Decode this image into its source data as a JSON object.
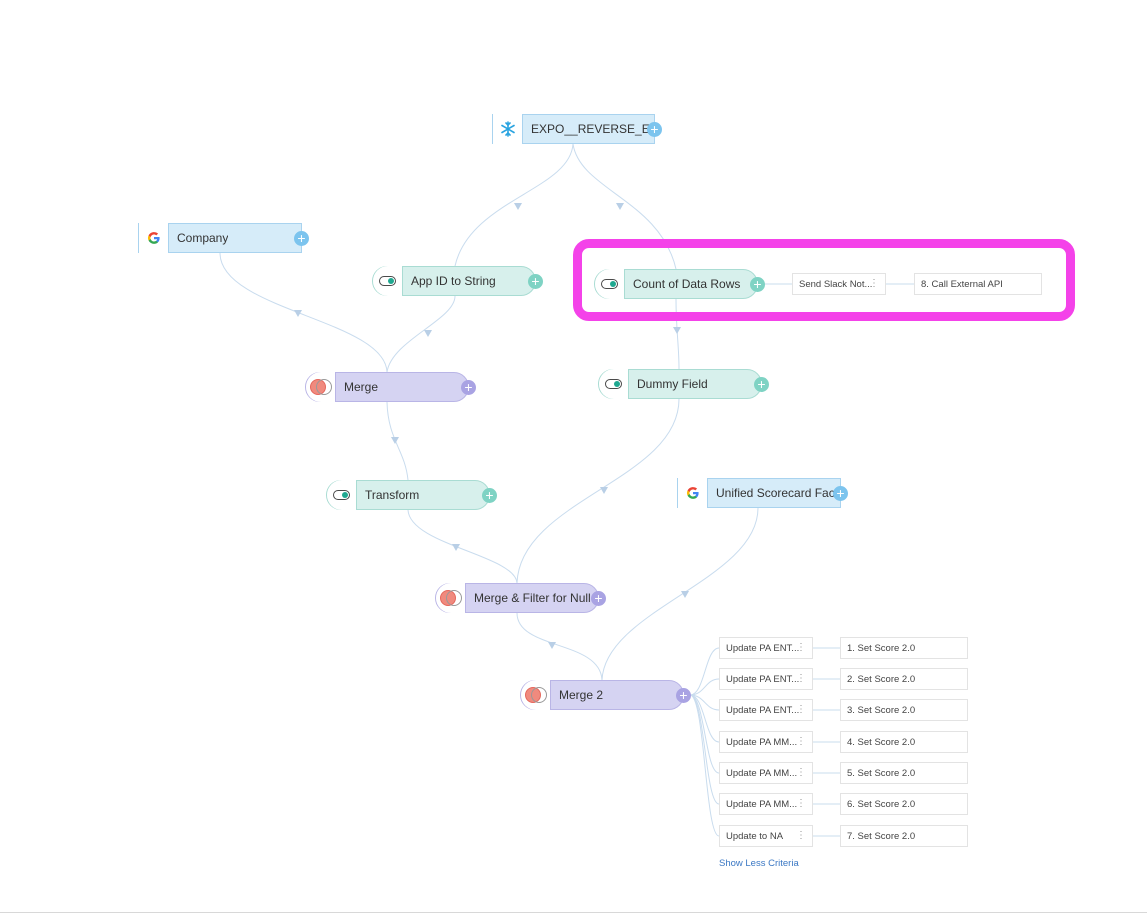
{
  "nodes": {
    "expo": {
      "label": "EXPO__REVERSE_ETL_...",
      "icon": "snowflake-icon"
    },
    "company": {
      "label": "Company",
      "icon": "google-icon"
    },
    "app_id": {
      "label": "App ID to String",
      "icon": "toggle-icon"
    },
    "count_rows": {
      "label": "Count of Data Rows",
      "icon": "toggle-icon"
    },
    "merge": {
      "label": "Merge",
      "icon": "venn-icon"
    },
    "dummy": {
      "label": "Dummy Field",
      "icon": "toggle-icon"
    },
    "transform": {
      "label": "Transform",
      "icon": "toggle-icon"
    },
    "unified": {
      "label": "Unified Scorecard Fact ...",
      "icon": "google-icon"
    },
    "merge_filter": {
      "label": "Merge & Filter for Null ...",
      "icon": "venn-icon"
    },
    "merge2": {
      "label": "Merge 2",
      "icon": "venn-icon"
    }
  },
  "plus_symbol": "+",
  "kebab_symbol": "⋮",
  "actions": {
    "slack": {
      "criteria": "Send Slack Not...",
      "target": "8. Call External API"
    }
  },
  "merge2_actions": [
    {
      "criteria": "Update PA ENT...",
      "target": "1. Set Score 2.0"
    },
    {
      "criteria": "Update PA ENT...",
      "target": "2. Set Score 2.0"
    },
    {
      "criteria": "Update PA ENT...",
      "target": "3. Set Score 2.0"
    },
    {
      "criteria": "Update PA MM...",
      "target": "4. Set Score 2.0"
    },
    {
      "criteria": "Update PA MM...",
      "target": "5. Set Score 2.0"
    },
    {
      "criteria": "Update PA MM...",
      "target": "6. Set Score 2.0"
    },
    {
      "criteria": "Update to NA",
      "target": "7. Set Score 2.0"
    }
  ],
  "show_less_label": "Show Less Criteria",
  "colors": {
    "highlight": "#f442e9",
    "source_node": "#d6ecf9",
    "transform_node": "#d7f0ec",
    "merge_node": "#d5d3f2",
    "edge": "#c9dcee",
    "link": "#3b78c4"
  }
}
